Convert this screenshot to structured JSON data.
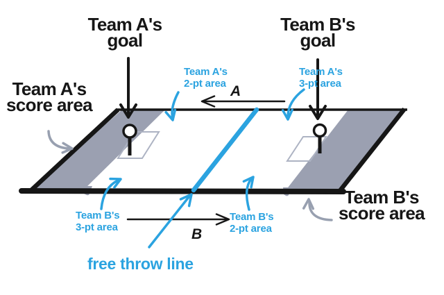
{
  "colors": {
    "ink": "#161616",
    "blue": "#2BA3E0",
    "band": "#9BA0B1",
    "arrow_gray": "#98A0B0",
    "box_outline": "#ADB3C3",
    "background": "#FFFFFF"
  },
  "labels": {
    "team_a_goal": {
      "line1": "Team A's",
      "line2": "goal"
    },
    "team_b_goal": {
      "line1": "Team B's",
      "line2": "goal"
    },
    "team_a_score_area": {
      "line1": "Team A's",
      "line2": "score area"
    },
    "team_b_score_area": {
      "line1": "Team B's",
      "line2": "score area"
    },
    "team_a_2pt_area": {
      "line1": "Team A's",
      "line2": "2-pt area"
    },
    "team_a_3pt_area": {
      "line1": "Team A's",
      "line2": "3-pt area"
    },
    "team_b_3pt_area": {
      "line1": "Team B's",
      "line2": "3-pt area"
    },
    "team_b_2pt_area": {
      "line1": "Team B's",
      "line2": "2-pt area"
    },
    "free_throw_line": "free throw line",
    "direction_a": "A",
    "direction_b": "B"
  }
}
